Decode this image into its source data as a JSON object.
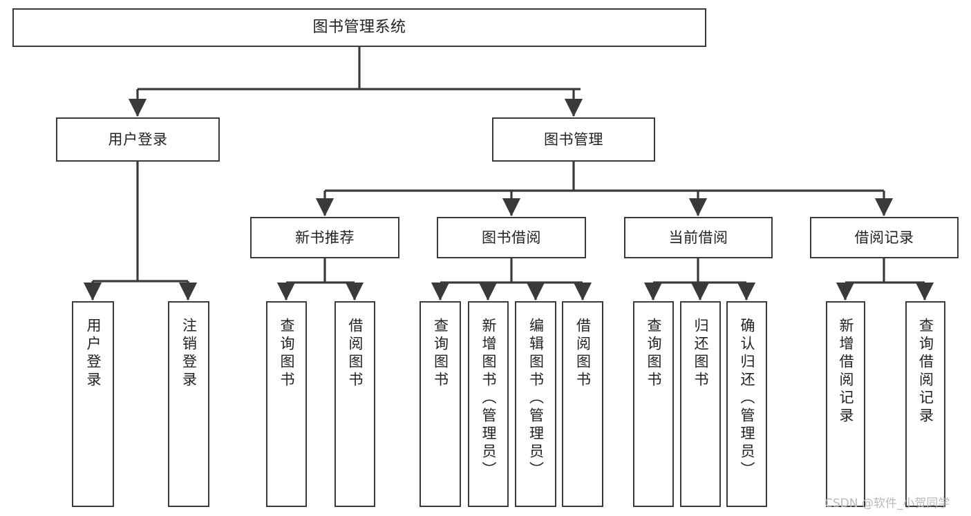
{
  "diagram": {
    "title": "图书管理系统",
    "type": "tree-hierarchy-chart",
    "watermark": "CSDN @软件_小贺同学",
    "colors": {
      "box_border": "#3a3a3a",
      "box_fill": "#ffffff",
      "edge": "#3a3a3a",
      "text": "#222222",
      "watermark": "#b9b9b9",
      "background": "#ffffff"
    },
    "root": {
      "id": "root",
      "label": "图书管理系统"
    },
    "level2": [
      {
        "id": "user-login",
        "label": "用户登录"
      },
      {
        "id": "book-management",
        "label": "图书管理"
      }
    ],
    "level3": [
      {
        "id": "new-book-recommend",
        "label": "新书推荐"
      },
      {
        "id": "book-borrow",
        "label": "图书借阅"
      },
      {
        "id": "current-borrow",
        "label": "当前借阅"
      },
      {
        "id": "borrow-record",
        "label": "借阅记录"
      }
    ],
    "leaves": {
      "user_login": [
        {
          "id": "leaf-user-login",
          "label": "用户登录"
        },
        {
          "id": "leaf-logout-login",
          "label": "注销登录"
        }
      ],
      "new_book_recommend": [
        {
          "id": "leaf-query-book-1",
          "label": "查询图书"
        },
        {
          "id": "leaf-borrow-book-1",
          "label": "借阅图书"
        }
      ],
      "book_borrow": [
        {
          "id": "leaf-query-book-2",
          "label": "查询图书"
        },
        {
          "id": "leaf-add-book",
          "label": "新增图书（管理员）"
        },
        {
          "id": "leaf-edit-book",
          "label": "编辑图书（管理员）"
        },
        {
          "id": "leaf-borrow-book-2",
          "label": "借阅图书"
        }
      ],
      "current_borrow": [
        {
          "id": "leaf-query-book-3",
          "label": "查询图书"
        },
        {
          "id": "leaf-return-book",
          "label": "归还图书"
        },
        {
          "id": "leaf-confirm-return",
          "label": "确认归还（管理员）"
        }
      ],
      "borrow_record": [
        {
          "id": "leaf-add-borrow-record",
          "label": "新增借阅记录"
        },
        {
          "id": "leaf-query-borrow-record",
          "label": "查询借阅记录"
        }
      ]
    }
  }
}
